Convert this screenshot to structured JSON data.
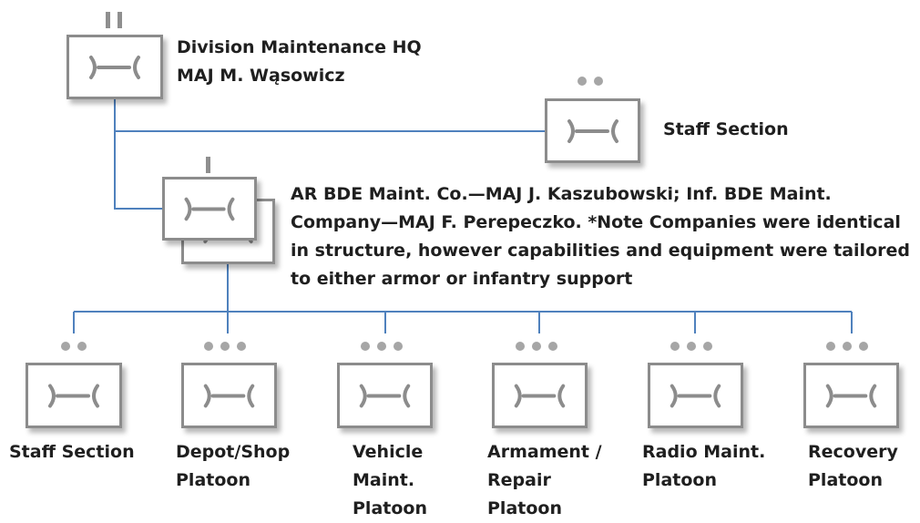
{
  "colors": {
    "connector": "#4f81bd",
    "frame": "#8c8c8c",
    "symbol": "#8c8c8c",
    "echelon": "#a6a6a6"
  },
  "symbol": "maintenance-unit-symbol",
  "hq": {
    "echelon_mark": "II",
    "name": "Division Maintenance HQ",
    "commander": "MAJ M. Wąsowicz"
  },
  "division_staff": {
    "echelon_mark": "••",
    "label": "Staff Section"
  },
  "companies": {
    "echelon_mark": "I",
    "label": "AR BDE Maint. Co.—MAJ J. Kaszubowski; Inf. BDE Maint. Company—MAJ F. Perepeczko.  *Note Companies were identical in structure, however capabilities and equipment were tailored to either armor or infantry support"
  },
  "subunits": [
    {
      "echelon_mark": "••",
      "label": "Staff Section"
    },
    {
      "echelon_mark": "•••",
      "label": "Depot/Shop Platoon"
    },
    {
      "echelon_mark": "•••",
      "label": "Vehicle Maint. Platoon"
    },
    {
      "echelon_mark": "•••",
      "label": "Armament / Repair Platoon"
    },
    {
      "echelon_mark": "•••",
      "label": "Radio Maint. Platoon"
    },
    {
      "echelon_mark": "•••",
      "label": "Recovery Platoon"
    }
  ]
}
